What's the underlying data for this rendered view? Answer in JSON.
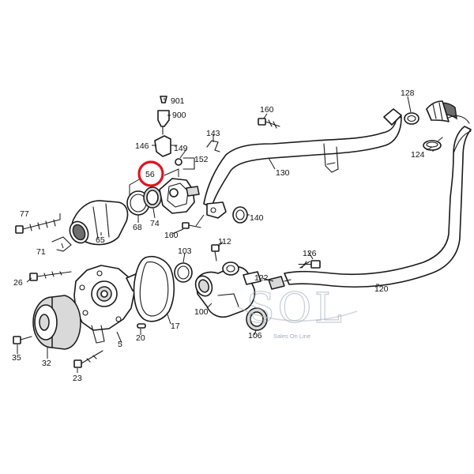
{
  "callouts": {
    "p901": "901",
    "p900": "900",
    "p146": "146",
    "p149": "149",
    "p152": "152",
    "p143": "143",
    "p160a": "160",
    "p130": "130",
    "p128": "128",
    "p124": "124",
    "p56": "56",
    "p77": "77",
    "p65": "65",
    "p68": "68",
    "p74": "74",
    "p160b": "160",
    "p140": "140",
    "p71": "71",
    "p112": "112",
    "p103": "103",
    "p126": "126",
    "p26": "26",
    "p122": "122",
    "p120": "120",
    "p100": "100",
    "p106": "106",
    "p17": "17",
    "p20": "20",
    "p5": "5",
    "p35": "35",
    "p32": "32",
    "p23": "23"
  },
  "highlight": {
    "part_number": "56",
    "color": "#e0141e"
  },
  "watermark": {
    "logo_text": "SOL",
    "tagline": "Sales On Line"
  }
}
